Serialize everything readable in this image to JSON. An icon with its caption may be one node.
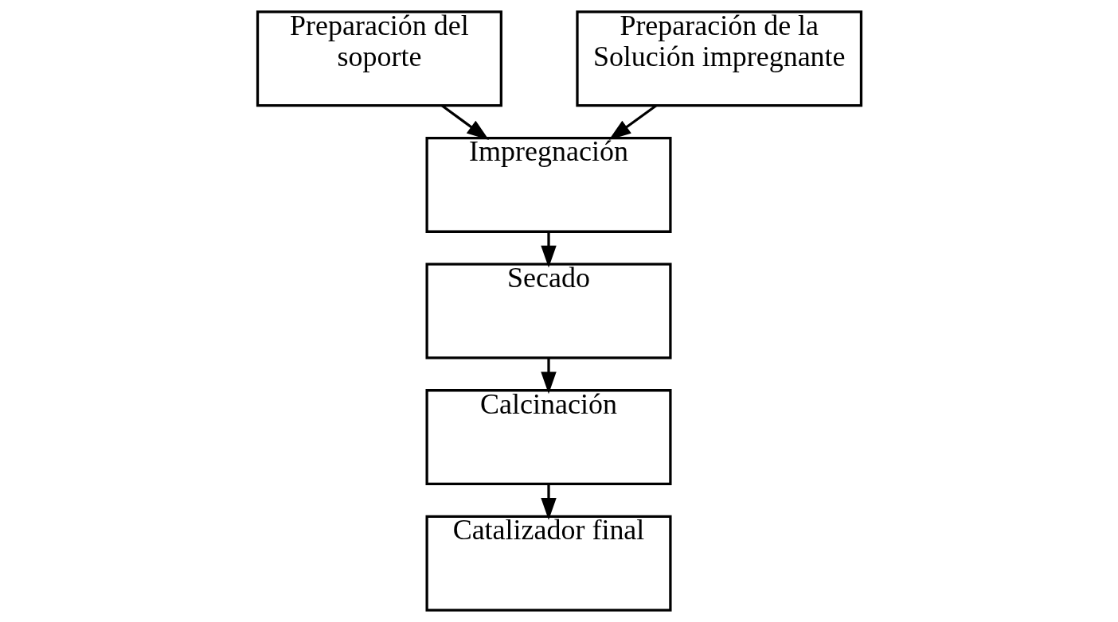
{
  "diagram": {
    "nodes": [
      {
        "text": [
          "Preparación del soporte"
        ]
      },
      {
        "text": [
          "Preparación de la Solución impregnante"
        ]
      },
      {
        "text": [
          "Impregnación"
        ]
      },
      {
        "text": [
          "Secado"
        ]
      },
      {
        "text": [
          "Calcinación"
        ]
      },
      {
        "text": [
          "Catalizador final"
        ]
      }
    ],
    "edges": [
      {
        "from": 0,
        "to": 2,
        "arrow": "to"
      },
      {
        "from": 1,
        "to": 2,
        "arrow": "to"
      },
      {
        "from": 2,
        "to": 3,
        "arrow": "to"
      },
      {
        "from": 3,
        "to": 4,
        "arrow": "to"
      },
      {
        "from": 4,
        "to": 5,
        "arrow": "to"
      }
    ]
  }
}
